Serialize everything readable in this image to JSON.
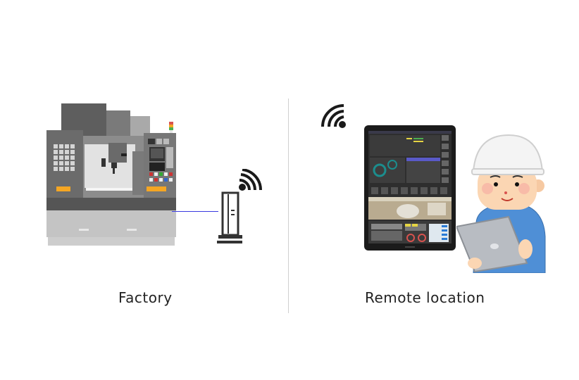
{
  "left_panel": {
    "label": "Factory",
    "items": [
      "machine-tool",
      "wireless-router"
    ]
  },
  "right_panel": {
    "label": "Remote location",
    "items": [
      "wifi-signal",
      "tablet-screen",
      "worker-with-tablet"
    ]
  },
  "colors": {
    "machine_dark": "#5a5a5a",
    "machine_mid": "#7a7a7a",
    "machine_light": "#bdbdbd",
    "accent_orange": "#f5a623",
    "link_line": "#3a3adf",
    "icon_black": "#1a1a1a",
    "divider": "#cfcfcf",
    "worker_blue": "#4f8fd6",
    "helmet_white": "#f4f4f4"
  }
}
